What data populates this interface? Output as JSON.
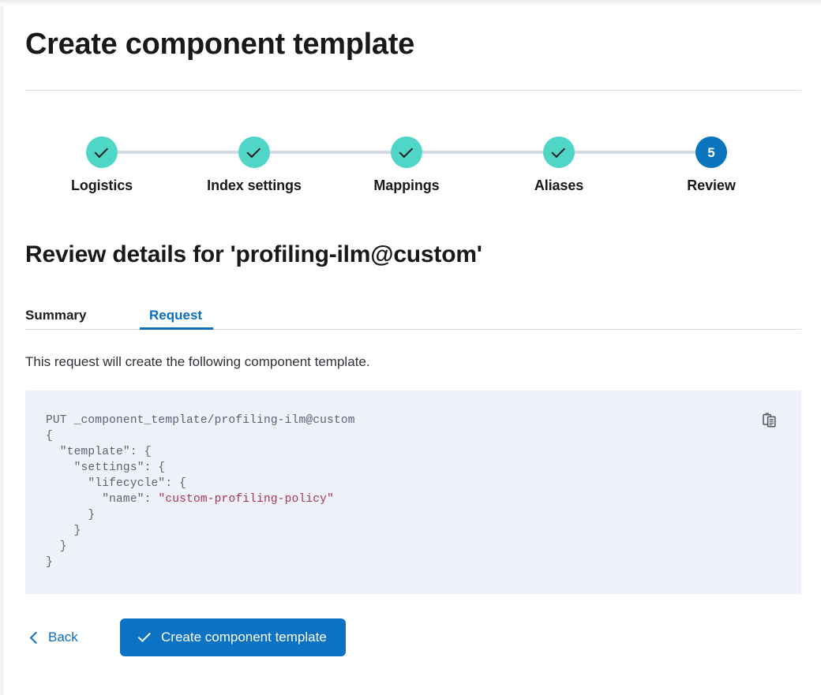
{
  "page": {
    "title": "Create component template",
    "section_title": "Review details for 'profiling-ilm@custom'",
    "description": "This request will create the following component template."
  },
  "stepper": {
    "steps": [
      {
        "label": "Logistics",
        "number": "1",
        "state": "done",
        "icon": "check-icon"
      },
      {
        "label": "Index settings",
        "number": "2",
        "state": "done",
        "icon": "check-icon"
      },
      {
        "label": "Mappings",
        "number": "3",
        "state": "done",
        "icon": "check-icon"
      },
      {
        "label": "Aliases",
        "number": "4",
        "state": "done",
        "icon": "check-icon"
      },
      {
        "label": "Review",
        "number": "5",
        "state": "current",
        "icon": ""
      }
    ],
    "done_color": "#4fd6c6",
    "current_color": "#0b74be",
    "line_color": "#d3dae6"
  },
  "tabs": {
    "items": [
      {
        "label": "Summary",
        "active": false
      },
      {
        "label": "Request",
        "active": true
      }
    ],
    "active_color": "#0b6ebd"
  },
  "code": {
    "method_line": "PUT _component_template/profiling-ilm@custom",
    "line_open_brace": "{",
    "line_template": "  \"template\": {",
    "line_settings": "    \"settings\": {",
    "line_lifecycle": "      \"lifecycle\": {",
    "line_name_key": "        \"name\": ",
    "line_name_value": "\"custom-profiling-policy\"",
    "line_close_1": "      }",
    "line_close_2": "    }",
    "line_close_3": "  }",
    "line_close_4": "}",
    "string_color": "#a3365d",
    "text_color": "#5a6176",
    "background": "#eef1f8",
    "copy_icon": "clipboard-copy-icon"
  },
  "actions": {
    "back_label": "Back",
    "back_icon": "chevron-left-icon",
    "create_label": "Create component template",
    "create_icon": "check-icon",
    "create_color": "#0b72c4"
  }
}
